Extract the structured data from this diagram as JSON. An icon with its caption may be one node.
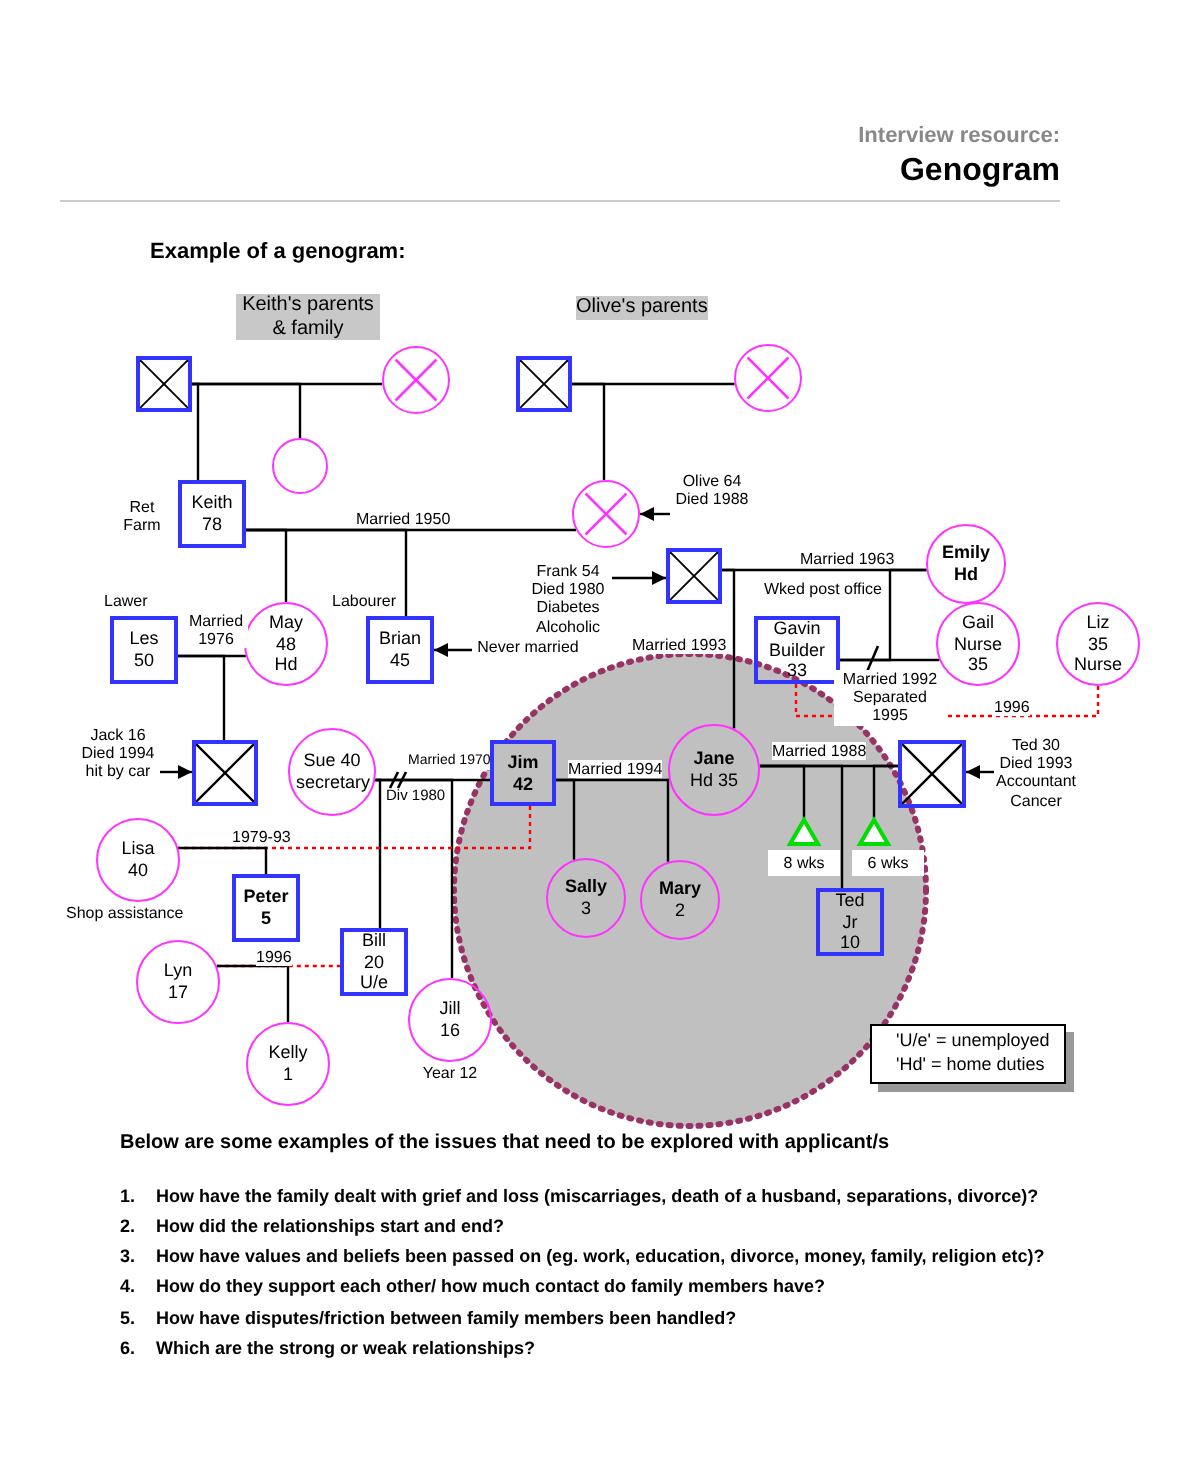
{
  "diagram": {
    "title": "Genogram",
    "nodes": [
      {
        "text": [],
        "shape": "box"
      },
      {
        "text": [],
        "shape": "circle"
      },
      {
        "text": [],
        "shape": "circle"
      },
      {
        "text": [
          "Keith 78"
        ],
        "beside": [
          "Ret Farm"
        ]
      },
      {
        "text": [],
        "shape": "box"
      },
      {
        "text": [],
        "shape": "circle"
      },
      {
        "text": [],
        "shape": "circle"
      },
      {
        "text": [
          "Olive 64 Died 1988"
        ]
      },
      {
        "text": [
          "Les 50"
        ],
        "beside": [
          "Lawer"
        ]
      },
      {
        "text": [
          "May 48 Hd"
        ]
      },
      {
        "text": [
          "Brian 45"
        ],
        "beside": [
          "Labourer"
        ]
      },
      {
        "text": [
          "Never married"
        ]
      },
      {
        "text": [
          "Frank 54 Died 1980 Diabetes Alcoholic"
        ]
      },
      {
        "text": [],
        "shape": "box"
      },
      {
        "text": [
          "Emily Hd"
        ]
      },
      {
        "text": [
          "Gavin Builder 33"
        ]
      },
      {
        "text": [
          "Gail Nurse 35"
        ]
      },
      {
        "text": [
          "Liz 35 Nurse"
        ]
      },
      {
        "text": [
          "Jack 16 Died 1994 hit by car"
        ]
      },
      {
        "text": [],
        "shape": "box"
      },
      {
        "text": [
          "Sue 40 secretary"
        ]
      },
      {
        "text": [
          "Jim 42"
        ]
      },
      {
        "text": [
          "**Jane** Hd 35"
        ]
      },
      {
        "text": [],
        "shape": "box"
      },
      {
        "text": [
          "Ted 30 Died 1993 Accountant Cancer"
        ]
      },
      {
        "text": [
          "Lisa 40"
        ],
        "beside": [
          "Shop assistance"
        ]
      },
      {
        "text": [
          "Peter 5"
        ]
      },
      {
        "text": [
          "**Sally** 3"
        ]
      },
      {
        "text": [
          "**Mary** 2"
        ]
      },
      {
        "text": [],
        "shape": "triangle",
        "beside": [
          "8 wks"
        ]
      },
      {
        "text": [],
        "shape": "triangle",
        "beside": [
          "6 wks"
        ]
      },
      {
        "text": [
          "Ted Jr 10"
        ]
      },
      {
        "text": [
          "Lyn 17"
        ]
      },
      {
        "text": [
          "Bill 20 U/e"
        ]
      },
      {
        "text": [
          "Jill 16"
        ],
        "beside": [
          "Year 12"
        ]
      },
      {
        "text": [
          "Kelly 1"
        ]
      },
      {
        "text": [
          "'U/e' = unemployed",
          "'Hd' = home duties"
        ]
      }
    ],
    "edges": [
      {
        "from": 0,
        "to": 1,
        "arrow": "none"
      },
      {
        "from": 0,
        "to": 3,
        "arrow": "none"
      },
      {
        "from": 0,
        "to": 2,
        "arrow": "none"
      },
      {
        "from": 4,
        "to": 5,
        "arrow": "none"
      },
      {
        "from": 4,
        "to": 6,
        "arrow": "none"
      },
      {
        "from": 3,
        "to": 6,
        "arrow": "none",
        "label": "Married 1950"
      },
      {
        "from": 3,
        "to": 9,
        "arrow": "none"
      },
      {
        "from": 3,
        "to": 10,
        "arrow": "none"
      },
      {
        "from": 7,
        "to": 6,
        "arrow": "to"
      },
      {
        "from": 8,
        "to": 9,
        "arrow": "none",
        "label": "Married 1976"
      },
      {
        "from": 8,
        "to": 19,
        "arrow": "none"
      },
      {
        "from": 11,
        "to": 10,
        "arrow": "to"
      },
      {
        "from": 12,
        "to": 13,
        "arrow": "to"
      },
      {
        "from": 13,
        "to": 14,
        "arrow": "none",
        "label": "Married 1963"
      },
      {
        "from": 13,
        "to": 22,
        "arrow": "none"
      },
      {
        "from": 14,
        "to": 15,
        "arrow": "none"
      },
      {
        "from": 15,
        "to": 16,
        "arrow": "none",
        "label": "Married 1992 Separated 1995"
      },
      {
        "from": 15,
        "to": 17,
        "arrow": "none",
        "label": "1996",
        "style": "dashed",
        "color": "#ff0000"
      },
      {
        "from": 18,
        "to": 19,
        "arrow": "to"
      },
      {
        "from": 20,
        "to": 21,
        "arrow": "none",
        "label": "Married 1970"
      },
      {
        "from": 20,
        "to": 33,
        "arrow": "none"
      },
      {
        "from": 20,
        "to": 34,
        "arrow": "none"
      },
      {
        "from": 21,
        "to": 22,
        "arrow": "none",
        "label": "Married 1994"
      },
      {
        "from": 21,
        "to": 27,
        "arrow": "none"
      },
      {
        "from": 22,
        "to": 28,
        "arrow": "none"
      },
      {
        "from": 22,
        "to": 23,
        "arrow": "none",
        "label": "Married 1988"
      },
      {
        "from": 22,
        "to": 29,
        "arrow": "none"
      },
      {
        "from": 22,
        "to": 31,
        "arrow": "none"
      },
      {
        "from": 23,
        "to": 30,
        "arrow": "none"
      },
      {
        "from": 24,
        "to": 23,
        "arrow": "to"
      },
      {
        "from": 21,
        "to": 25,
        "arrow": "none",
        "label": "1979-93",
        "style": "dashed",
        "color": "#ff0000"
      },
      {
        "from": 25,
        "to": 26,
        "arrow": "none"
      },
      {
        "from": 32,
        "to": 33,
        "arrow": "none",
        "label": "1996",
        "style": "dashed",
        "color": "#ff0000"
      },
      {
        "from": 32,
        "to": 35,
        "arrow": "none"
      }
    ],
    "labels": [
      "Interview resource:",
      "Example of a genogram:",
      "Keith's parents & family",
      "Olive's parents",
      "Wked post office",
      "Married 1993",
      "Div 1980",
      "Below are some examples of the issues that need to be explored with applicant/s",
      "1.",
      "How have the family dealt with grief and loss (miscarriages, death of a husband, separations, divorce)?",
      "2.",
      "How did the relationships start and end?",
      "3.",
      "How have values and beliefs been passed on (eg. work, education, divorce, money, family, religion etc)?",
      "4.",
      "How do they support each other/ how much contact do family members have?",
      "5.",
      "How have disputes/friction between family members been handled?",
      "6.",
      "Which are the strong or weak relationships?"
    ]
  }
}
